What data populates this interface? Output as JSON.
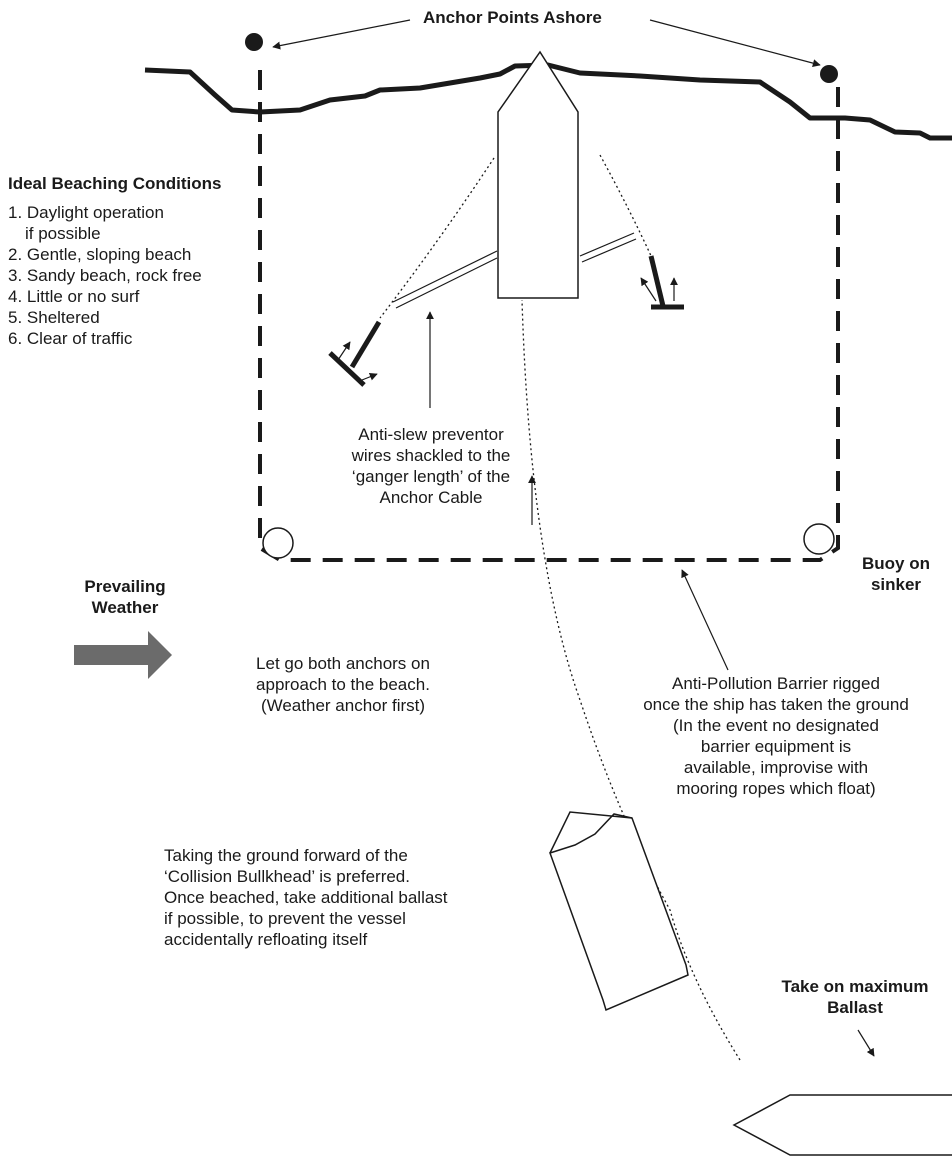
{
  "labels": {
    "anchor_points": "Anchor Points Ashore",
    "buoy": [
      "Buoy on",
      "sinker"
    ],
    "weather": [
      "Prevailing",
      "Weather"
    ],
    "anti_slew": [
      "Anti-slew preventor",
      "wires shackled to the",
      "‘ganger length’ of the",
      "Anchor Cable"
    ],
    "let_go": [
      "Let go both anchors on",
      "approach to the beach.",
      "(Weather anchor first)"
    ],
    "barrier": [
      "Anti-Pollution Barrier rigged",
      "once the ship has taken the ground",
      "(In the event no designated",
      "barrier equipment is",
      "available, improvise with",
      "mooring ropes which float)"
    ],
    "taking_ground": [
      "Taking the ground forward of the",
      "‘Collision Bullkhead’ is preferred.",
      "Once beached, take additional ballast",
      "if possible, to prevent the vessel",
      "accidentally refloating itself"
    ],
    "ballast": [
      "Take on maximum",
      "Ballast"
    ]
  },
  "conditions": {
    "title": "Ideal Beaching Conditions",
    "items": [
      "1. Daylight operation",
      "if possible",
      "2. Gentle, sloping beach",
      "3. Sandy beach, rock free",
      "4. Little or no surf",
      "5. Sheltered",
      "6. Clear of traffic"
    ]
  },
  "colors": {
    "ink": "#1a1a1a",
    "weather_arrow": "#6b6b6b"
  }
}
